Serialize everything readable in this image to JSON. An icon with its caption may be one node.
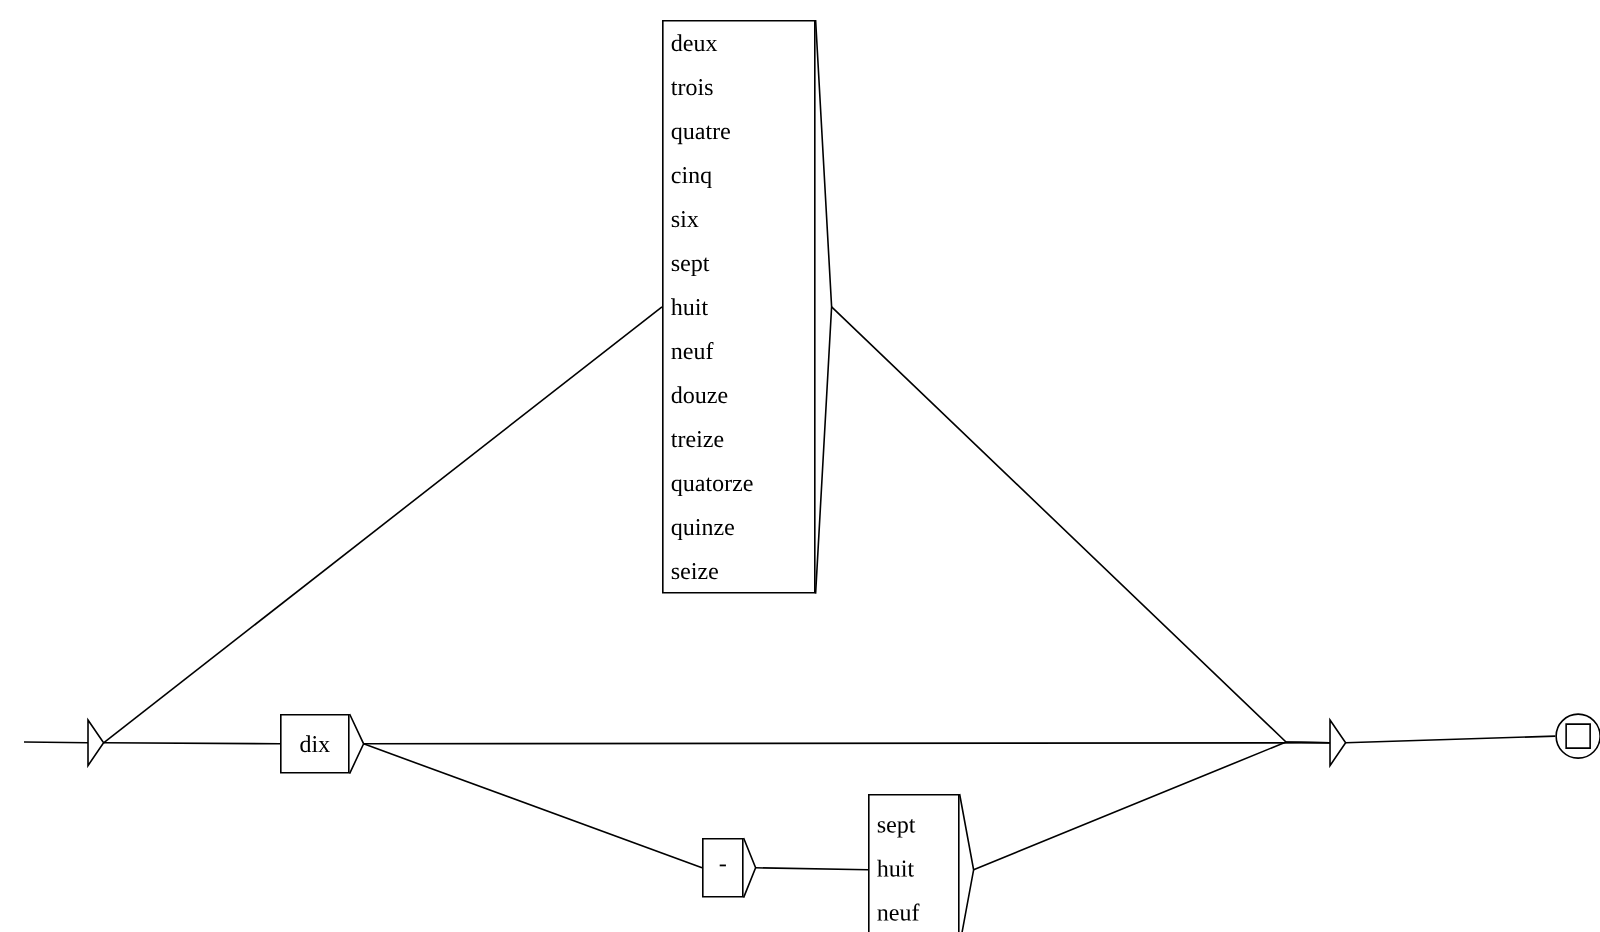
{
  "diagram": {
    "nodes": [
      {
        "text": [],
        "shape": "triangle"
      },
      {
        "text": [
          "deux",
          "trois",
          "quatre",
          "cinq",
          "six",
          "sept",
          "huit",
          "neuf",
          "douze",
          "treize",
          "quatorze",
          "quinze",
          "seize"
        ]
      },
      {
        "text": [
          "dix"
        ]
      },
      {
        "text": [
          "-"
        ]
      },
      {
        "text": [
          "sept",
          "huit",
          "neuf"
        ]
      },
      {
        "text": [],
        "shape": "triangle"
      },
      {
        "text": [],
        "shape": "circle"
      }
    ],
    "edges": [
      {
        "from": null,
        "to": 0,
        "arrow": "none"
      },
      {
        "from": 0,
        "to": 1,
        "arrow": "none"
      },
      {
        "from": 0,
        "to": 2,
        "arrow": "none"
      },
      {
        "from": 1,
        "to": 5,
        "arrow": "none"
      },
      {
        "from": 2,
        "to": 5,
        "arrow": "none"
      },
      {
        "from": 2,
        "to": 3,
        "arrow": "none"
      },
      {
        "from": 3,
        "to": 4,
        "arrow": "none"
      },
      {
        "from": 4,
        "to": 5,
        "arrow": "none"
      },
      {
        "from": 5,
        "to": 6,
        "arrow": "none"
      }
    ]
  }
}
